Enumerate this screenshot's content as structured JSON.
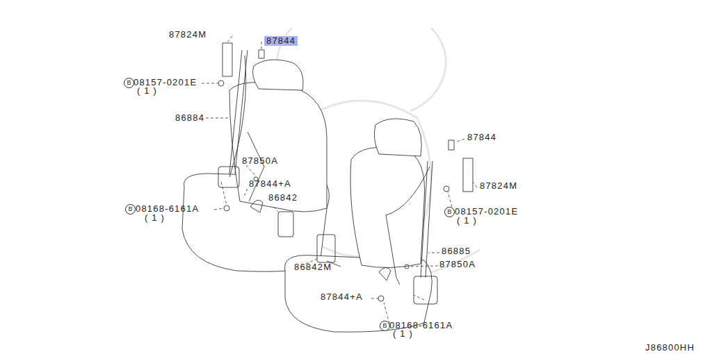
{
  "diagram": {
    "nodes": [
      {
        "text": [
          "87844"
        ]
      },
      {
        "text": [
          "B"
        ]
      },
      {
        "text": [
          "B"
        ]
      },
      {
        "text": [
          "B"
        ]
      },
      {
        "text": [
          "B"
        ]
      }
    ],
    "labels": [
      "87824M",
      "08157-0201E",
      "( 1 )",
      "86884",
      "87850A",
      "87844+A",
      "86842",
      "08168-6161A",
      "( 1 )",
      "87844",
      "87824M",
      "08157-0201E",
      "( 1 )",
      "86885",
      "87850A",
      "86842M",
      "87844+A",
      "08168-6161A",
      "( 1 )",
      "J86800HH"
    ]
  }
}
